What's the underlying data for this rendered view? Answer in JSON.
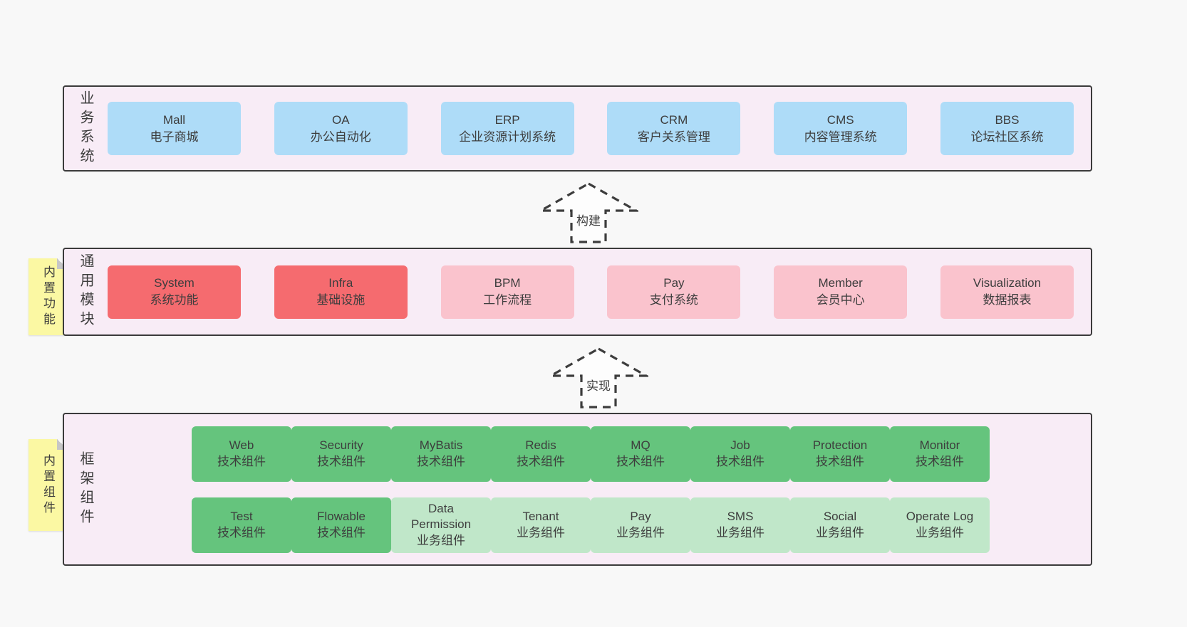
{
  "colors": {
    "page_bg": "#f8f8f8",
    "container_bg": "#f8ecf6",
    "container_border": "#3b3b3b",
    "blue_box": "#aedcf8",
    "red_box": "#f56b6f",
    "pink_box": "#fac3cd",
    "green_box": "#65c47d",
    "light_green_box": "#c0e7c9",
    "note_yellow": "#fbf8a3",
    "text": "#3d3d3d"
  },
  "arrows": [
    {
      "label": "构建"
    },
    {
      "label": "实现"
    }
  ],
  "layers": [
    {
      "name": "business-systems",
      "label": "业务系统",
      "boxes": [
        {
          "title": "Mall",
          "subtitle": "电子商城",
          "variant": "blue"
        },
        {
          "title": "OA",
          "subtitle": "办公自动化",
          "variant": "blue"
        },
        {
          "title": "ERP",
          "subtitle": "企业资源计划系统",
          "variant": "blue"
        },
        {
          "title": "CRM",
          "subtitle": "客户关系管理",
          "variant": "blue"
        },
        {
          "title": "CMS",
          "subtitle": "内容管理系统",
          "variant": "blue"
        },
        {
          "title": "BBS",
          "subtitle": "论坛社区系统",
          "variant": "blue"
        }
      ]
    },
    {
      "name": "common-modules",
      "label": "通用模块",
      "note": "内置功能",
      "boxes": [
        {
          "title": "System",
          "subtitle": "系统功能",
          "variant": "red"
        },
        {
          "title": "Infra",
          "subtitle": "基础设施",
          "variant": "red"
        },
        {
          "title": "BPM",
          "subtitle": "工作流程",
          "variant": "pink"
        },
        {
          "title": "Pay",
          "subtitle": "支付系统",
          "variant": "pink"
        },
        {
          "title": "Member",
          "subtitle": "会员中心",
          "variant": "pink"
        },
        {
          "title": "Visualization",
          "subtitle": "数据报表",
          "variant": "pink"
        }
      ]
    },
    {
      "name": "framework-components",
      "label": "框架组件",
      "note": "内置组件",
      "rows": [
        [
          {
            "title": "Web",
            "subtitle": "技术组件",
            "variant": "green"
          },
          {
            "title": "Security",
            "subtitle": "技术组件",
            "variant": "green"
          },
          {
            "title": "MyBatis",
            "subtitle": "技术组件",
            "variant": "green"
          },
          {
            "title": "Redis",
            "subtitle": "技术组件",
            "variant": "green"
          },
          {
            "title": "MQ",
            "subtitle": "技术组件",
            "variant": "green"
          },
          {
            "title": "Job",
            "subtitle": "技术组件",
            "variant": "green"
          },
          {
            "title": "Protection",
            "subtitle": "技术组件",
            "variant": "green"
          },
          {
            "title": "Monitor",
            "subtitle": "技术组件",
            "variant": "green"
          }
        ],
        [
          {
            "title": "Test",
            "subtitle": "技术组件",
            "variant": "green"
          },
          {
            "title": "Flowable",
            "subtitle": "技术组件",
            "variant": "green"
          },
          {
            "title": "Data Permission",
            "subtitle": "业务组件",
            "variant": "light-green"
          },
          {
            "title": "Tenant",
            "subtitle": "业务组件",
            "variant": "light-green"
          },
          {
            "title": "Pay",
            "subtitle": "业务组件",
            "variant": "light-green"
          },
          {
            "title": "SMS",
            "subtitle": "业务组件",
            "variant": "light-green"
          },
          {
            "title": "Social",
            "subtitle": "业务组件",
            "variant": "light-green"
          },
          {
            "title": "Operate Log",
            "subtitle": "业务组件",
            "variant": "light-green"
          }
        ]
      ]
    }
  ]
}
